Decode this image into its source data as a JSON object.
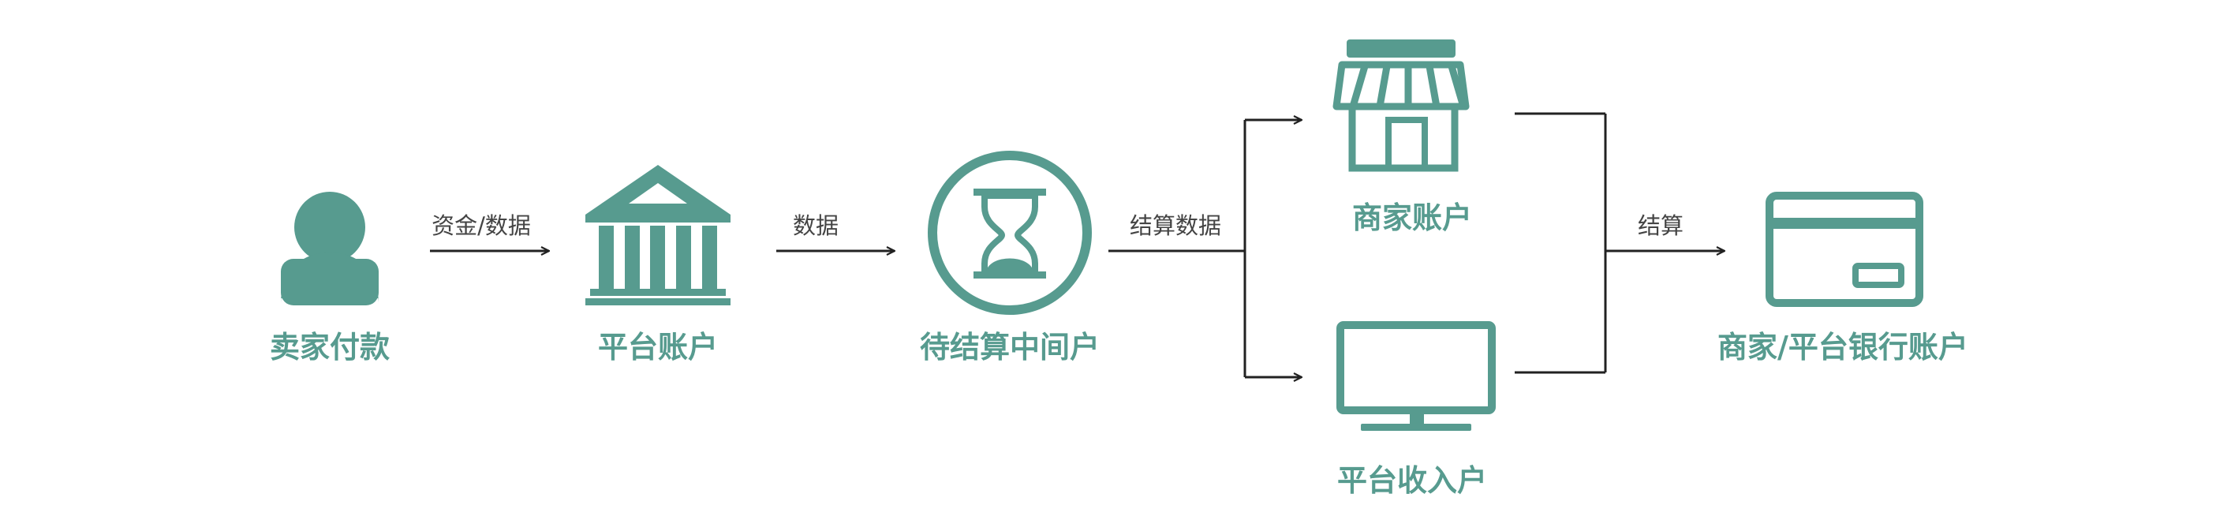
{
  "colors": {
    "accent": "#579b8f",
    "line": "#222222",
    "text": "#444444",
    "background": "#ffffff"
  },
  "nodes": {
    "seller": {
      "label": "卖家付款",
      "icon": "person-icon"
    },
    "platform": {
      "label": "平台账户",
      "icon": "bank-icon"
    },
    "escrow": {
      "label": "待结算中间户",
      "icon": "hourglass-icon"
    },
    "merchant": {
      "label": "商家账户",
      "icon": "store-icon"
    },
    "income": {
      "label": "平台收入户",
      "icon": "monitor-icon"
    },
    "bank": {
      "label": "商家/平台银行账户",
      "icon": "bank-card-icon"
    }
  },
  "edges": {
    "seller_to_platform": "资金/数据",
    "platform_to_escrow": "数据",
    "escrow_split": "结算数据",
    "to_bank": "结算"
  }
}
